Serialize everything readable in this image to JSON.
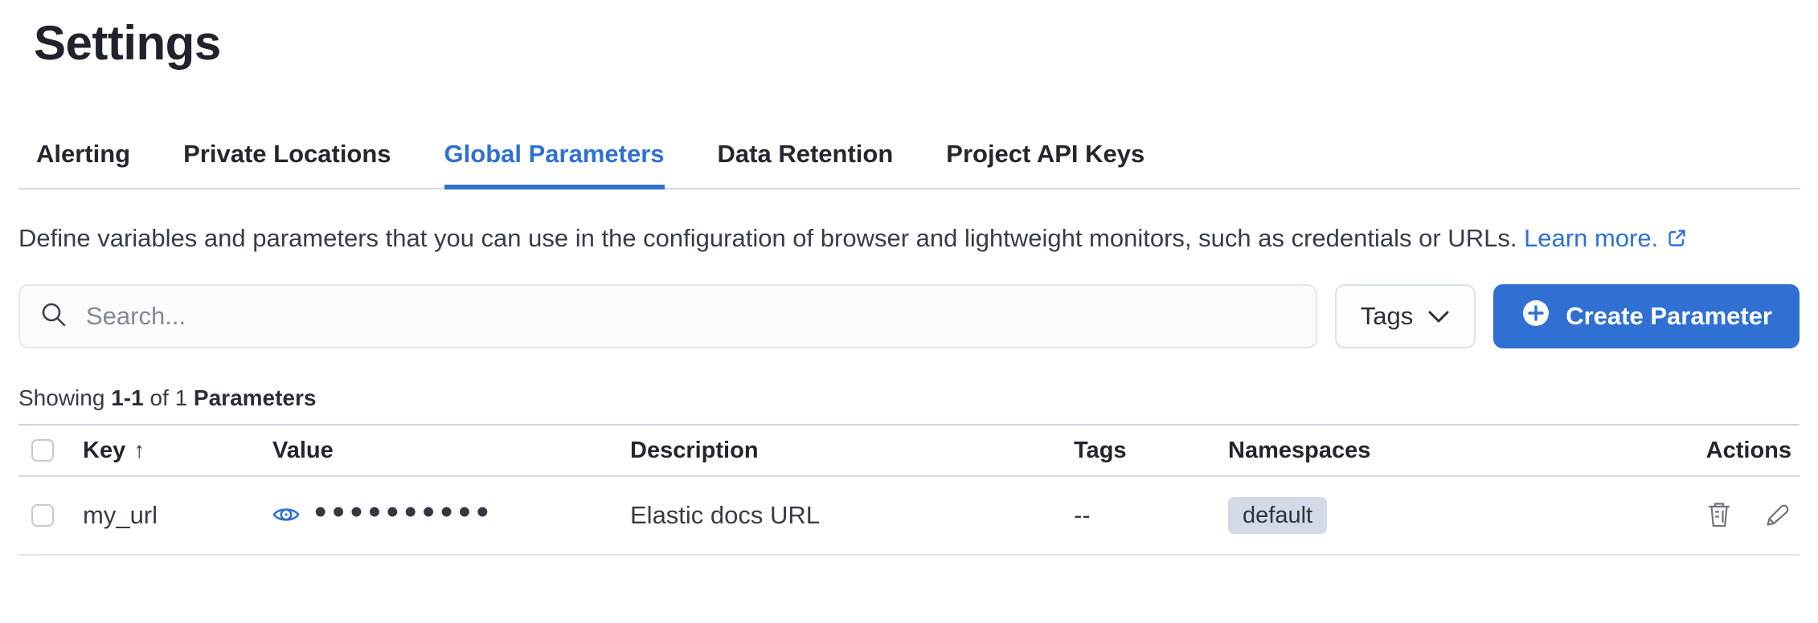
{
  "page": {
    "title": "Settings"
  },
  "tabs": [
    {
      "label": "Alerting",
      "active": false
    },
    {
      "label": "Private Locations",
      "active": false
    },
    {
      "label": "Global Parameters",
      "active": true
    },
    {
      "label": "Data Retention",
      "active": false
    },
    {
      "label": "Project API Keys",
      "active": false
    }
  ],
  "description": {
    "text": "Define variables and parameters that you can use in the configuration of browser and lightweight monitors, such as credentials or URLs.",
    "link_label": "Learn more."
  },
  "toolbar": {
    "search_placeholder": "Search...",
    "tags_button": "Tags",
    "create_button": "Create Parameter"
  },
  "summary": {
    "prefix": "Showing",
    "range": "1-1",
    "middle": "of 1",
    "noun": "Parameters"
  },
  "table": {
    "columns": [
      "Key",
      "Value",
      "Description",
      "Tags",
      "Namespaces",
      "Actions"
    ],
    "sort": {
      "column": "Key",
      "direction": "ascending",
      "icon": "↑"
    },
    "rows": [
      {
        "key": "my_url",
        "value_masked": "••••••••••",
        "description": "Elastic docs URL",
        "tags": "--",
        "namespace": "default"
      }
    ]
  },
  "colors": {
    "accent": "#2f70d2",
    "badge-bg": "#d3dae6",
    "divider": "#d3dae6",
    "icon-gray": "#6e747e"
  }
}
